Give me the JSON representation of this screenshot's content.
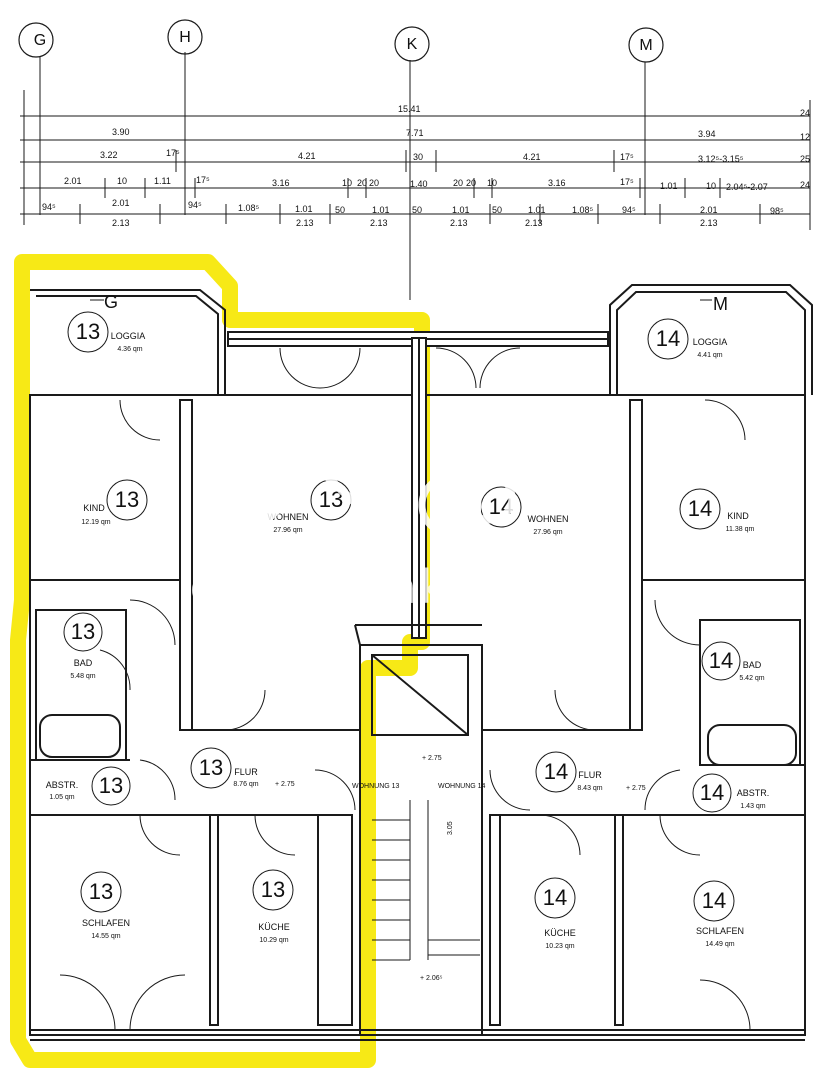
{
  "grid_axes": [
    "G",
    "H",
    "K",
    "M"
  ],
  "dimensions": {
    "row1": [
      "15.41"
    ],
    "row2": [
      "3.90",
      "7.71",
      "3.94"
    ],
    "row3": [
      "3.22",
      "17⁵",
      "4.21",
      "30",
      "4.21",
      "17⁵",
      "3.12⁵-3.15⁵"
    ],
    "row4": [
      "2.01",
      "10",
      "1.11",
      "17⁵",
      "3.16",
      "10",
      "20",
      "20",
      "1.40",
      "20",
      "20",
      "10",
      "3.16",
      "17⁵",
      "1.01",
      "10",
      "2.04⁵-2.07"
    ],
    "row5": [
      "94⁵",
      "2.01",
      "94⁵",
      "1.08⁵",
      "1.01",
      "50",
      "1.01",
      "50",
      "1.01",
      "50",
      "1.01",
      "1.08⁵",
      "94⁵",
      "2.01",
      "98⁵"
    ],
    "row6": [
      "2.13",
      "2.13",
      "2.13",
      "2.13",
      "2.13",
      "2.13"
    ],
    "right_edge": [
      "24",
      "12",
      "25",
      "24"
    ]
  },
  "rooms": [
    {
      "id": "loggia-13",
      "num": "13",
      "name": "LOGGIA",
      "area": "4.36 qm"
    },
    {
      "id": "kind-13",
      "num": "13",
      "name": "KIND",
      "area": "12.19 qm"
    },
    {
      "id": "wohnen-13",
      "num": "13",
      "name": "WOHNEN",
      "area": "27.96 qm"
    },
    {
      "id": "bad-13",
      "num": "13",
      "name": "BAD",
      "area": "5.48 qm"
    },
    {
      "id": "flur-13",
      "num": "13",
      "name": "FLUR",
      "area": "8.76 qm"
    },
    {
      "id": "abstr-13",
      "num": "13",
      "name": "ABSTR.",
      "area": "1.05 qm"
    },
    {
      "id": "schlafen-13",
      "num": "13",
      "name": "SCHLAFEN",
      "area": "14.55 qm"
    },
    {
      "id": "kueche-13",
      "num": "13",
      "name": "KÜCHE",
      "area": "10.29 qm"
    },
    {
      "id": "loggia-14",
      "num": "14",
      "name": "LOGGIA",
      "area": "4.41 qm"
    },
    {
      "id": "wohnen-14",
      "num": "14",
      "name": "WOHNEN",
      "area": "27.96 qm"
    },
    {
      "id": "kind-14",
      "num": "14",
      "name": "KIND",
      "area": "11.38 qm"
    },
    {
      "id": "bad-14",
      "num": "14",
      "name": "BAD",
      "area": "5.42 qm"
    },
    {
      "id": "flur-14",
      "num": "14",
      "name": "FLUR",
      "area": "8.43 qm"
    },
    {
      "id": "abstr-14",
      "num": "14",
      "name": "ABSTR.",
      "area": "1.43 qm"
    },
    {
      "id": "kueche-14",
      "num": "14",
      "name": "KÜCHE",
      "area": "10.23 qm"
    },
    {
      "id": "schlafen-14",
      "num": "14",
      "name": "SCHLAFEN",
      "area": "14.49 qm"
    }
  ],
  "stair": {
    "left_label": "WOHNUNG 13",
    "right_label": "WOHNUNG 14",
    "level_top": "+ 2.75",
    "level_bottom": "+ 2.06⁵",
    "stair_num": "3.05"
  },
  "levels": [
    "+ 2.75",
    "+ 2.75"
  ],
  "section_markers": [
    "G",
    "M"
  ],
  "watermark": "ohne-makler",
  "colors": {
    "highlight": "#f7e80a",
    "line": "#1a1a1a",
    "paper": "#ffffff",
    "watermark": "#ffffff"
  }
}
